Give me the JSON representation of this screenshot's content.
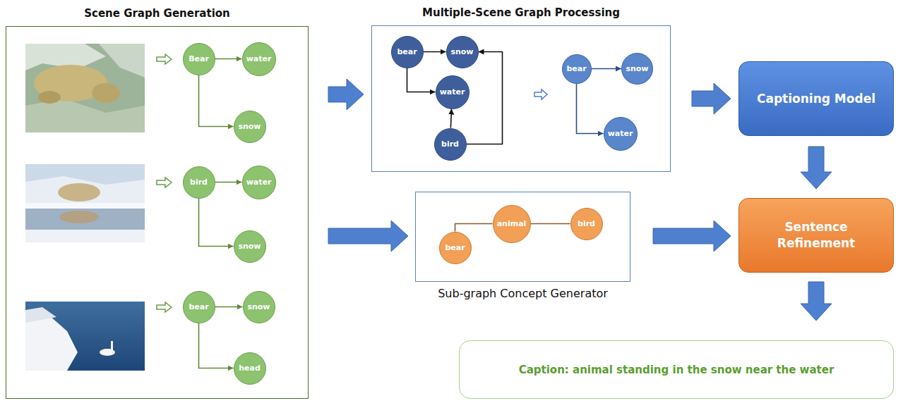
{
  "diagram": {
    "nodes": [
      {
        "text": [
          "Scene Graph Generation"
        ]
      },
      {
        "text": [
          "Bear"
        ],
        "in": 0
      },
      {
        "text": [
          "water"
        ],
        "in": 0
      },
      {
        "text": [
          "snow"
        ],
        "in": 0
      },
      {
        "text": [
          "bird"
        ],
        "in": 0
      },
      {
        "text": [
          "water"
        ],
        "in": 0
      },
      {
        "text": [
          "snow"
        ],
        "in": 0
      },
      {
        "text": [
          "bear"
        ],
        "in": 0
      },
      {
        "text": [
          "snow"
        ],
        "in": 0
      },
      {
        "text": [
          "head"
        ],
        "in": 0
      },
      {
        "text": [
          "Multiple-Scene Graph Processing"
        ]
      },
      {
        "text": [
          "bear"
        ],
        "in": 10
      },
      {
        "text": [
          "snow"
        ],
        "in": 10
      },
      {
        "text": [
          "water"
        ],
        "in": 10
      },
      {
        "text": [
          "bird"
        ],
        "in": 10
      },
      {
        "text": [
          "bear"
        ],
        "in": 10
      },
      {
        "text": [
          "snow"
        ],
        "in": 10
      },
      {
        "text": [
          "water"
        ],
        "in": 10
      },
      {
        "text": [
          "Captioning Model"
        ]
      },
      {
        "text": [
          "Sub-graph Concept Generator"
        ]
      },
      {
        "text": [
          "bear"
        ],
        "in": 19
      },
      {
        "text": [
          "animal"
        ],
        "in": 19
      },
      {
        "text": [
          "bird"
        ],
        "in": 19
      },
      {
        "text": [
          "Sentence Refinement"
        ]
      },
      {
        "text": [
          "Caption: animal standing in the snow near the water"
        ]
      }
    ],
    "edges": [
      {
        "from": 1,
        "to": 2,
        "arrow": "to"
      },
      {
        "from": 1,
        "to": 3,
        "arrow": "to"
      },
      {
        "from": 4,
        "to": 5,
        "arrow": "to"
      },
      {
        "from": 4,
        "to": 6,
        "arrow": "to"
      },
      {
        "from": 7,
        "to": 8,
        "arrow": "to"
      },
      {
        "from": 7,
        "to": 9,
        "arrow": "to"
      },
      {
        "from": 11,
        "to": 12,
        "arrow": "to"
      },
      {
        "from": 11,
        "to": 13,
        "arrow": "to"
      },
      {
        "from": 14,
        "to": 13,
        "arrow": "to"
      },
      {
        "from": 14,
        "to": 12,
        "arrow": "to"
      },
      {
        "from": 15,
        "to": 16,
        "arrow": "to"
      },
      {
        "from": 15,
        "to": 17,
        "arrow": "to"
      },
      {
        "from": 20,
        "to": 21,
        "arrow": "none"
      },
      {
        "from": 21,
        "to": 22,
        "arrow": "none"
      },
      {
        "from": 0,
        "to": 10,
        "arrow": "to"
      },
      {
        "from": 0,
        "to": 19,
        "arrow": "to"
      },
      {
        "from": 10,
        "to": 18,
        "arrow": "to"
      },
      {
        "from": 18,
        "to": 23,
        "arrow": "to"
      },
      {
        "from": 19,
        "to": 23,
        "arrow": "to"
      },
      {
        "from": 23,
        "to": 24,
        "arrow": "to"
      }
    ]
  }
}
